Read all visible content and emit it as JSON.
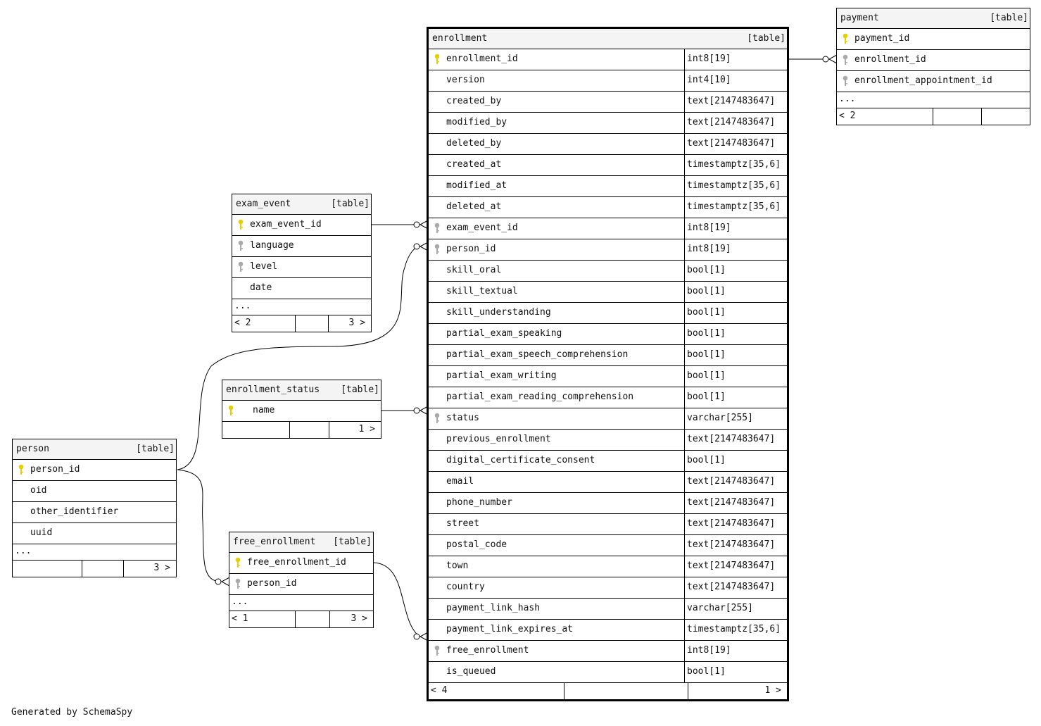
{
  "footer_note": "Generated by SchemaSpy",
  "tables": {
    "enrollment": {
      "name": "enrollment",
      "kind": "[table]",
      "columns": [
        {
          "name": "enrollment_id",
          "type": "int8[19]",
          "key": "primary"
        },
        {
          "name": "version",
          "type": "int4[10]",
          "key": "none"
        },
        {
          "name": "created_by",
          "type": "text[2147483647]",
          "key": "none"
        },
        {
          "name": "modified_by",
          "type": "text[2147483647]",
          "key": "none"
        },
        {
          "name": "deleted_by",
          "type": "text[2147483647]",
          "key": "none"
        },
        {
          "name": "created_at",
          "type": "timestamptz[35,6]",
          "key": "none"
        },
        {
          "name": "modified_at",
          "type": "timestamptz[35,6]",
          "key": "none"
        },
        {
          "name": "deleted_at",
          "type": "timestamptz[35,6]",
          "key": "none"
        },
        {
          "name": "exam_event_id",
          "type": "int8[19]",
          "key": "foreign"
        },
        {
          "name": "person_id",
          "type": "int8[19]",
          "key": "foreign"
        },
        {
          "name": "skill_oral",
          "type": "bool[1]",
          "key": "none"
        },
        {
          "name": "skill_textual",
          "type": "bool[1]",
          "key": "none"
        },
        {
          "name": "skill_understanding",
          "type": "bool[1]",
          "key": "none"
        },
        {
          "name": "partial_exam_speaking",
          "type": "bool[1]",
          "key": "none"
        },
        {
          "name": "partial_exam_speech_comprehension",
          "type": "bool[1]",
          "key": "none"
        },
        {
          "name": "partial_exam_writing",
          "type": "bool[1]",
          "key": "none"
        },
        {
          "name": "partial_exam_reading_comprehension",
          "type": "bool[1]",
          "key": "none"
        },
        {
          "name": "status",
          "type": "varchar[255]",
          "key": "foreign"
        },
        {
          "name": "previous_enrollment",
          "type": "text[2147483647]",
          "key": "none"
        },
        {
          "name": "digital_certificate_consent",
          "type": "bool[1]",
          "key": "none"
        },
        {
          "name": "email",
          "type": "text[2147483647]",
          "key": "none"
        },
        {
          "name": "phone_number",
          "type": "text[2147483647]",
          "key": "none"
        },
        {
          "name": "street",
          "type": "text[2147483647]",
          "key": "none"
        },
        {
          "name": "postal_code",
          "type": "text[2147483647]",
          "key": "none"
        },
        {
          "name": "town",
          "type": "text[2147483647]",
          "key": "none"
        },
        {
          "name": "country",
          "type": "text[2147483647]",
          "key": "none"
        },
        {
          "name": "payment_link_hash",
          "type": "varchar[255]",
          "key": "none"
        },
        {
          "name": "payment_link_expires_at",
          "type": "timestamptz[35,6]",
          "key": "none"
        },
        {
          "name": "free_enrollment",
          "type": "int8[19]",
          "key": "foreign"
        },
        {
          "name": "is_queued",
          "type": "bool[1]",
          "key": "none"
        }
      ],
      "footer": [
        "< 4",
        "",
        "1 >"
      ]
    },
    "payment": {
      "name": "payment",
      "kind": "[table]",
      "columns": [
        {
          "name": "payment_id",
          "key": "primary"
        },
        {
          "name": "enrollment_id",
          "key": "foreign"
        },
        {
          "name": "enrollment_appointment_id",
          "key": "foreign"
        }
      ],
      "ellipsis": "...",
      "footer": [
        "< 2",
        "",
        ""
      ]
    },
    "exam_event": {
      "name": "exam_event",
      "kind": "[table]",
      "columns": [
        {
          "name": "exam_event_id",
          "key": "primary"
        },
        {
          "name": "language",
          "key": "foreign"
        },
        {
          "name": "level",
          "key": "foreign"
        },
        {
          "name": "date",
          "key": "none"
        }
      ],
      "ellipsis": "...",
      "footer": [
        "< 2",
        "",
        "3 >"
      ]
    },
    "enrollment_status": {
      "name": "enrollment_status",
      "kind": "[table]",
      "columns": [
        {
          "name": "name",
          "key": "primary"
        }
      ],
      "footer": [
        "",
        "",
        "1 >"
      ]
    },
    "person": {
      "name": "person",
      "kind": "[table]",
      "columns": [
        {
          "name": "person_id",
          "key": "primary"
        },
        {
          "name": "oid",
          "key": "none"
        },
        {
          "name": "other_identifier",
          "key": "none"
        },
        {
          "name": "uuid",
          "key": "none"
        }
      ],
      "ellipsis": "...",
      "footer": [
        "",
        "",
        "3 >"
      ]
    },
    "free_enrollment": {
      "name": "free_enrollment",
      "kind": "[table]",
      "columns": [
        {
          "name": "free_enrollment_id",
          "key": "primary"
        },
        {
          "name": "person_id",
          "key": "foreign"
        }
      ],
      "ellipsis": "...",
      "footer": [
        "< 1",
        "",
        "3 >"
      ]
    }
  },
  "colors": {
    "primary_key": "#e6cf00",
    "foreign_key": "#aaaaaa",
    "header_bg": "#f4f4f4"
  }
}
